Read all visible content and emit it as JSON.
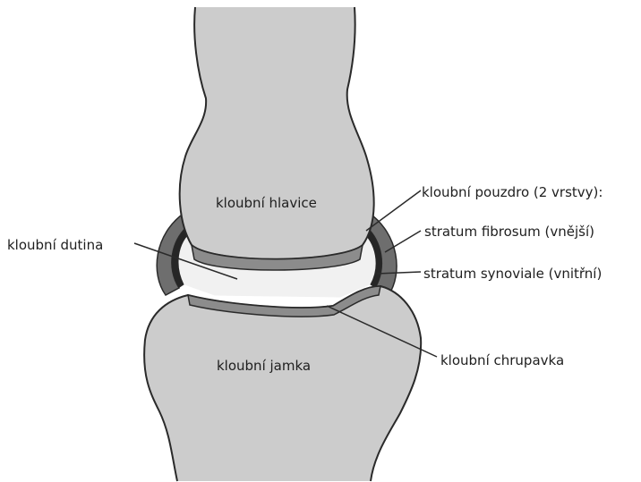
{
  "labels": {
    "head": "kloubní hlavice",
    "socket": "kloubní jamka",
    "cavity": "kloubní dutina",
    "capsule": "kloubní pouzdro (2 vrstvy):",
    "fibrous": "stratum fibrosum (vnější)",
    "synovial": "stratum synoviale (vnitřní)",
    "cartilage": "kloubní chrupavka"
  },
  "colors": {
    "bone": "#cccccc",
    "cartilage": "#8c8c8c",
    "fibrous_layer": "#6e6e6e",
    "synovial_layer": "#262626",
    "cavity": "#f1f1f1",
    "outline": "#2a2a2a",
    "text": "#1e1e1e",
    "background": "#ffffff"
  }
}
